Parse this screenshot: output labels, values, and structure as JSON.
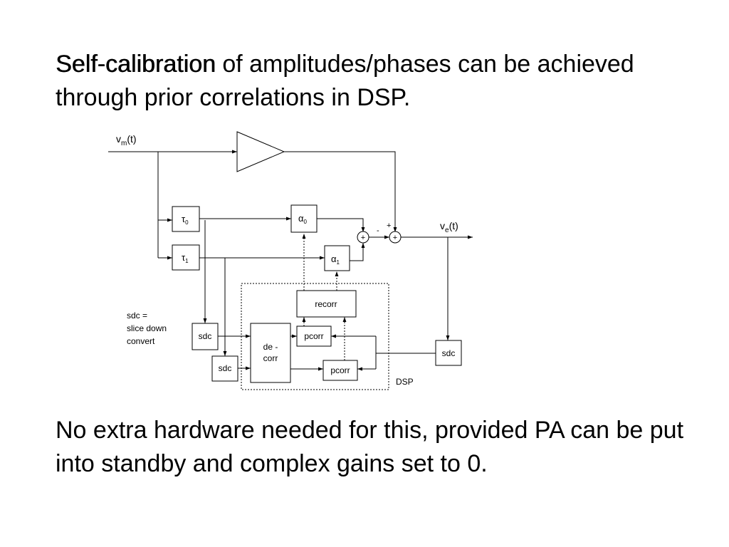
{
  "top_text": {
    "lead": "Self-calibration",
    "rest": " of amplitudes/phases can be achieved through prior correlations in DSP."
  },
  "bottom_text": "No extra hardware needed for this, provided PA can be put into standby and complex gains set to 0.",
  "diagram": {
    "input_label": {
      "base": "v",
      "sub": "m",
      "tail": "(t)"
    },
    "output_label": {
      "base": "v",
      "sub": "e",
      "tail": "(t)"
    },
    "tau0": {
      "sym": "τ",
      "sub": "0"
    },
    "tau1": {
      "sym": "τ",
      "sub": "1"
    },
    "alpha0": {
      "sym": "α",
      "sub": "0"
    },
    "alpha1": {
      "sym": "α",
      "sub": "1"
    },
    "minus_sign": "-",
    "plus_sign": "+",
    "sum_symbol": "+",
    "recorr": "recorr",
    "pcorr": "pcorr",
    "sdc": "sdc",
    "decorr_line1": "de -",
    "decorr_line2": "corr",
    "dsp_label": "DSP",
    "legend": [
      "sdc =",
      "slice down",
      "convert"
    ]
  }
}
